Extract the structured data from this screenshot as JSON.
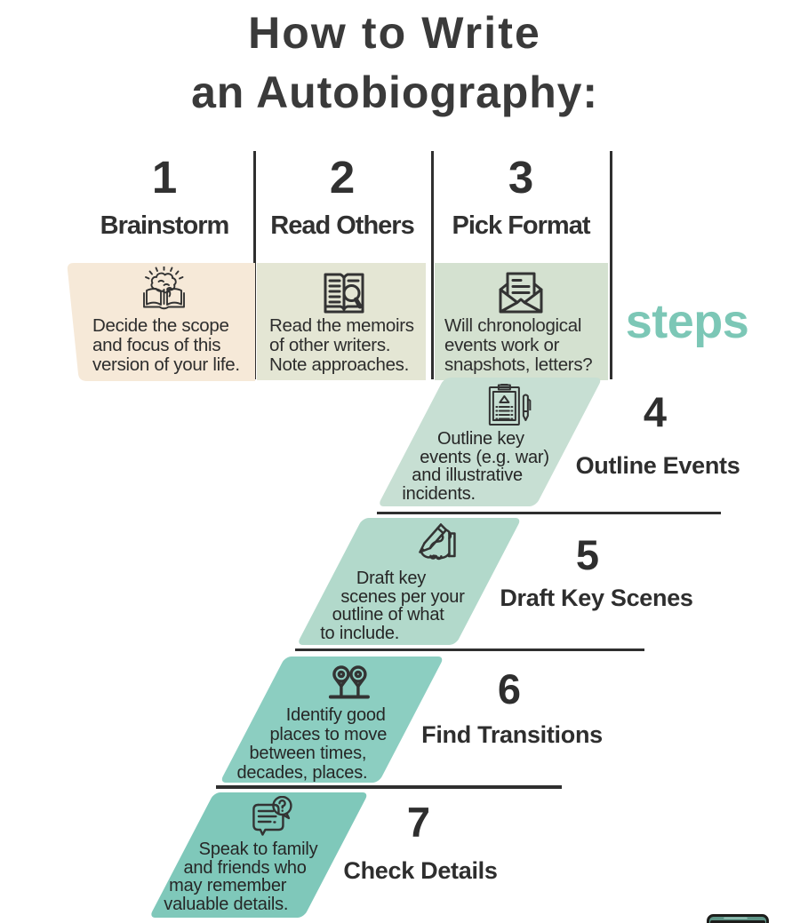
{
  "title": {
    "line1": "How to Write",
    "line2": "an Autobiography:"
  },
  "side_label": "steps",
  "colors": {
    "background": "#ffffff",
    "ink": "#333333",
    "line": "#2f2f2f",
    "heading_text": "#3a3a3a",
    "body_text": "#2d2d2d",
    "accent_teal": "#7cc7b6",
    "step1_bg": "#f6e9d8",
    "step2_bg": "#e4e6d4",
    "step3_bg": "#d4e1d0",
    "step4_bg": "#c7dfd3",
    "step5_bg": "#b2d9cb",
    "step6_bg": "#8ccec1",
    "step7_bg": "#7fc8ba",
    "device_fill": "#5e9486",
    "device_dark": "#1d1d1b"
  },
  "top_steps": [
    {
      "number": "1",
      "title": "Brainstorm",
      "icon": "brain-book-icon",
      "desc_lines": [
        "Decide the scope",
        "and focus of this",
        "version of your life."
      ]
    },
    {
      "number": "2",
      "title": "Read Others",
      "icon": "book-magnifier-icon",
      "desc_lines": [
        "Read the memoirs",
        "of other writers.",
        "Note approaches."
      ]
    },
    {
      "number": "3",
      "title": "Pick Format",
      "icon": "envelope-letter-icon",
      "desc_lines": [
        "Will chronological",
        "events work or",
        "snapshots, letters?"
      ]
    }
  ],
  "stair_steps": [
    {
      "number": "4",
      "title": "Outline Events",
      "icon": "clipboard-pen-icon",
      "desc_lines": [
        "Outline key",
        "events (e.g. war)",
        "and illustrative",
        "incidents."
      ]
    },
    {
      "number": "5",
      "title": "Draft Key Scenes",
      "icon": "writing-hand-icon",
      "desc_lines": [
        "Draft key",
        "scenes per your",
        "outline of what",
        "to include."
      ]
    },
    {
      "number": "6",
      "title": "Find Transitions",
      "icon": "map-pins-icon",
      "desc_lines": [
        "Identify good",
        "places to move",
        "between times,",
        "decades, places."
      ]
    },
    {
      "number": "7",
      "title": "Check Details",
      "icon": "speech-bubbles-icon",
      "desc_lines": [
        "Speak to family",
        "and friends who",
        "may remember",
        "valuable details."
      ]
    }
  ]
}
